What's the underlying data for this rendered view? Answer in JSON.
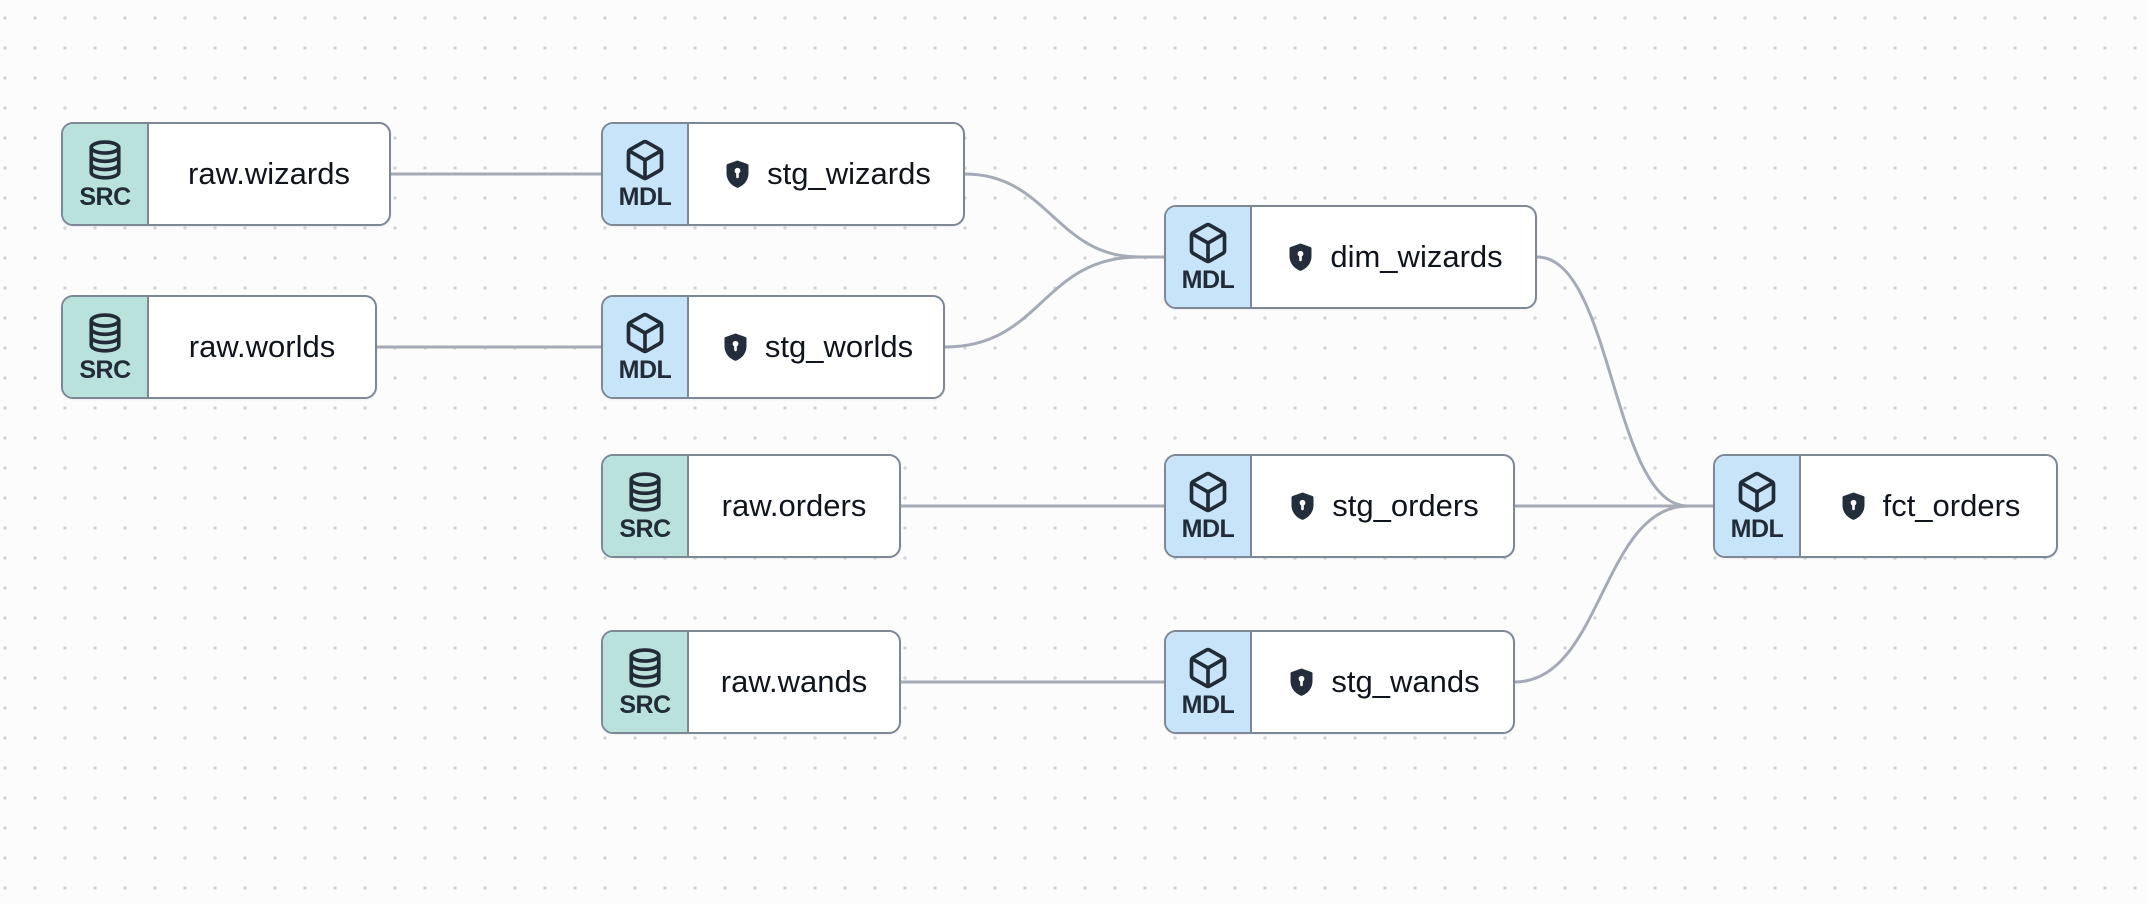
{
  "canvas": {
    "background_color": "#fcfcfc",
    "dot_color": "#d2d4d7"
  },
  "diagram": {
    "type": "lineage-dag",
    "colors": {
      "source_badge": "#b9e2dc",
      "model_badge": "#c8e4f8",
      "node_border": "#7d8795",
      "edge": "#a5abb6",
      "icon_text": "#222b38",
      "label_text": "#10151d"
    },
    "nodes": [
      {
        "id": "raw_wizards",
        "label": "raw.wizards",
        "kind": "SRC",
        "icon": "database",
        "shield": false
      },
      {
        "id": "stg_wizards",
        "label": "stg_wizards",
        "kind": "MDL",
        "icon": "cube",
        "shield": true
      },
      {
        "id": "raw_worlds",
        "label": "raw.worlds",
        "kind": "SRC",
        "icon": "database",
        "shield": false
      },
      {
        "id": "stg_worlds",
        "label": "stg_worlds",
        "kind": "MDL",
        "icon": "cube",
        "shield": true
      },
      {
        "id": "dim_wizards",
        "label": "dim_wizards",
        "kind": "MDL",
        "icon": "cube",
        "shield": true
      },
      {
        "id": "raw_orders",
        "label": "raw.orders",
        "kind": "SRC",
        "icon": "database",
        "shield": false
      },
      {
        "id": "stg_orders",
        "label": "stg_orders",
        "kind": "MDL",
        "icon": "cube",
        "shield": true
      },
      {
        "id": "raw_wands",
        "label": "raw.wands",
        "kind": "SRC",
        "icon": "database",
        "shield": false
      },
      {
        "id": "stg_wands",
        "label": "stg_wands",
        "kind": "MDL",
        "icon": "cube",
        "shield": true
      },
      {
        "id": "fct_orders",
        "label": "fct_orders",
        "kind": "MDL",
        "icon": "cube",
        "shield": true
      }
    ],
    "edges": [
      {
        "from": "raw_wizards",
        "to": "stg_wizards"
      },
      {
        "from": "raw_worlds",
        "to": "stg_worlds"
      },
      {
        "from": "stg_wizards",
        "to": "dim_wizards"
      },
      {
        "from": "stg_worlds",
        "to": "dim_wizards"
      },
      {
        "from": "raw_orders",
        "to": "stg_orders"
      },
      {
        "from": "raw_wands",
        "to": "stg_wands"
      },
      {
        "from": "dim_wizards",
        "to": "fct_orders"
      },
      {
        "from": "stg_orders",
        "to": "fct_orders"
      },
      {
        "from": "stg_wands",
        "to": "fct_orders"
      }
    ]
  }
}
